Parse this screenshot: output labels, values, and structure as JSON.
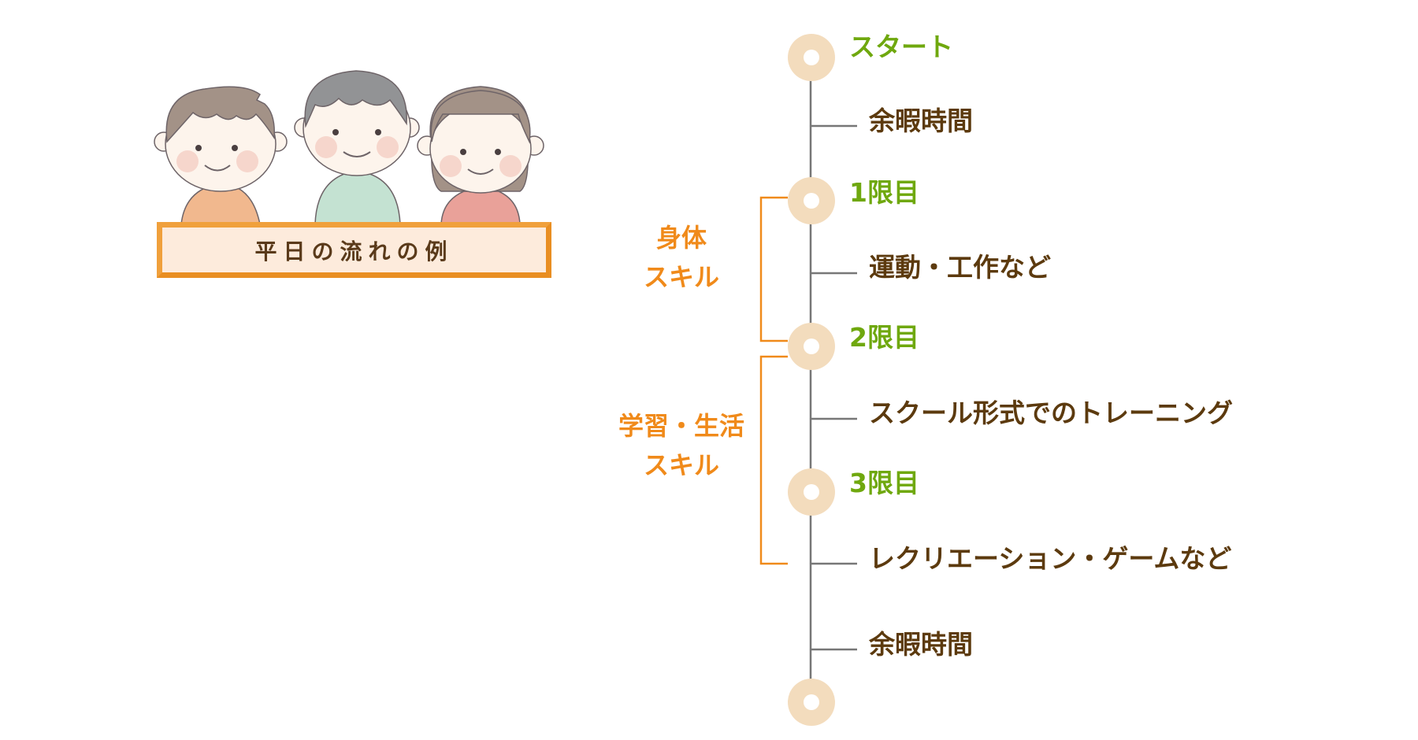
{
  "banner": {
    "title": "平日の流れの例"
  },
  "illustration": {
    "kids": [
      {
        "name": "boy-left",
        "hair": "#a39287",
        "shirt": "#f1b88e"
      },
      {
        "name": "boy-middle",
        "hair": "#929395",
        "shirt": "#c4e2d2"
      },
      {
        "name": "girl-right",
        "hair": "#a39287",
        "shirt": "#e9a199"
      }
    ],
    "skin": "#fdf4ec",
    "cheek": "#f6d6cc",
    "outline": "#6e6468"
  },
  "colors": {
    "node_fill": "#f3dcbd",
    "node_label": "#6fa80e",
    "item_label": "#5c3a0e",
    "group_label": "#f08a1a",
    "line": "#777777",
    "bracket": "#f08a1a"
  },
  "timeline": {
    "nodes": [
      {
        "label": "スタート"
      },
      {
        "label": "1限目"
      },
      {
        "label": "2限目"
      },
      {
        "label": "3限目"
      },
      {
        "label": ""
      }
    ],
    "items": [
      {
        "label": "余暇時間"
      },
      {
        "label": "運動・工作など"
      },
      {
        "label": "スクール形式でのトレーニング"
      },
      {
        "label": "レクリエーション・ゲームなど"
      },
      {
        "label": "余暇時間"
      }
    ],
    "groups": [
      {
        "line1": "身体",
        "line2": "スキル"
      },
      {
        "line1": "学習・生活",
        "line2": "スキル"
      }
    ]
  }
}
